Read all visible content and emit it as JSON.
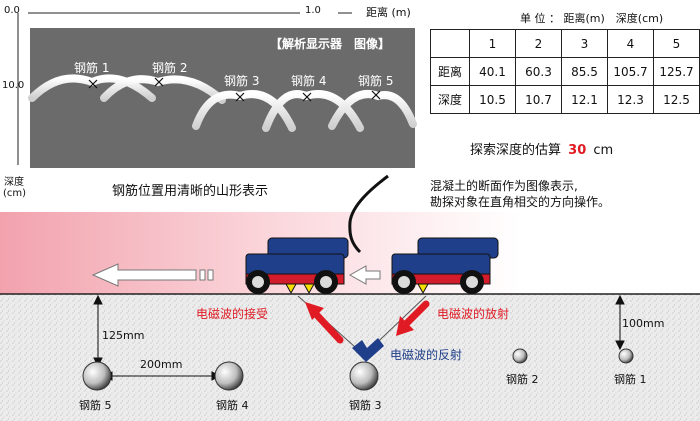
{
  "top_axis": {
    "start": "0.0",
    "mid": "1.0",
    "label": "距离 (m)"
  },
  "left_axis": {
    "tick": "10.0",
    "label_line1": "深度",
    "label_line2": "(cm)"
  },
  "display": {
    "title": "【解析显示器　图像】",
    "rebar_labels": [
      "钢筋 1",
      "钢筋 2",
      "钢筋 3",
      "钢筋 4",
      "钢筋 5"
    ],
    "caption": "钢筋位置用清晰的山形表示"
  },
  "units_note": "单 位 ： 距离(m)　深度(cm)",
  "table": {
    "headers": [
      "1",
      "2",
      "3",
      "4",
      "5"
    ],
    "rows": [
      {
        "label": "距离",
        "values": [
          "40.1",
          "60.3",
          "85.5",
          "105.7",
          "125.7"
        ]
      },
      {
        "label": "深度",
        "values": [
          "10.5",
          "10.7",
          "12.1",
          "12.3",
          "12.5"
        ]
      }
    ]
  },
  "estimate": {
    "prefix": "探索深度的估算",
    "value": "30",
    "unit": "cm"
  },
  "description": {
    "line1": "混凝土的断面作为图像表示,",
    "line2": "勘探对象在直角相交的方向操作。"
  },
  "labels": {
    "receive": "电磁波的接受",
    "emit": "电磁波的放射",
    "reflect": "电磁波的反射",
    "dim_125": "125mm",
    "dim_200": "200mm",
    "dim_100": "100mm"
  },
  "bottom_rebars": [
    "钢筋 5",
    "钢筋 4",
    "钢筋 3",
    "钢筋 2",
    "钢筋 1"
  ],
  "colors": {
    "red": "#e01b24",
    "navy": "#1f3f8a",
    "panel": "#6b6b6b"
  }
}
